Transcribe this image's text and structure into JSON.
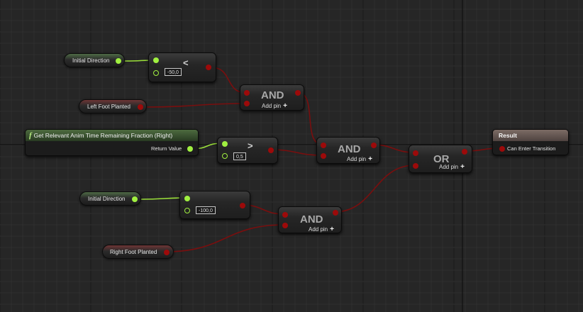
{
  "graph": {
    "background": "#262626",
    "nodes": {
      "initial_direction_1": {
        "label": "Initial Direction"
      },
      "left_foot_planted": {
        "label": "Left Foot Planted"
      },
      "compare_1": {
        "value": "-50,0"
      },
      "and_1": {
        "symbol": "AND",
        "add_pin": "Add pin"
      },
      "function": {
        "title": "Get Relevant Anim Time Remaining Fraction (Right)",
        "output": "Return Value"
      },
      "compare_2": {
        "value": "0,5"
      },
      "and_2": {
        "symbol": "AND",
        "add_pin": "Add pin"
      },
      "or": {
        "symbol": "OR",
        "add_pin": "Add pin"
      },
      "result": {
        "title": "Result",
        "input": "Can Enter Transition"
      },
      "initial_direction_2": {
        "label": "Initial Direction"
      },
      "compare_3": {
        "value": "-100,0"
      },
      "and_3": {
        "symbol": "AND",
        "add_pin": "Add pin"
      },
      "right_foot_planted": {
        "label": "Right Foot Planted"
      }
    },
    "colors": {
      "float_pin": "#a0f040",
      "bool_pin": "#9c0a0a",
      "bool_wire": "#7a0e0e",
      "float_wire": "#9be03a"
    }
  }
}
